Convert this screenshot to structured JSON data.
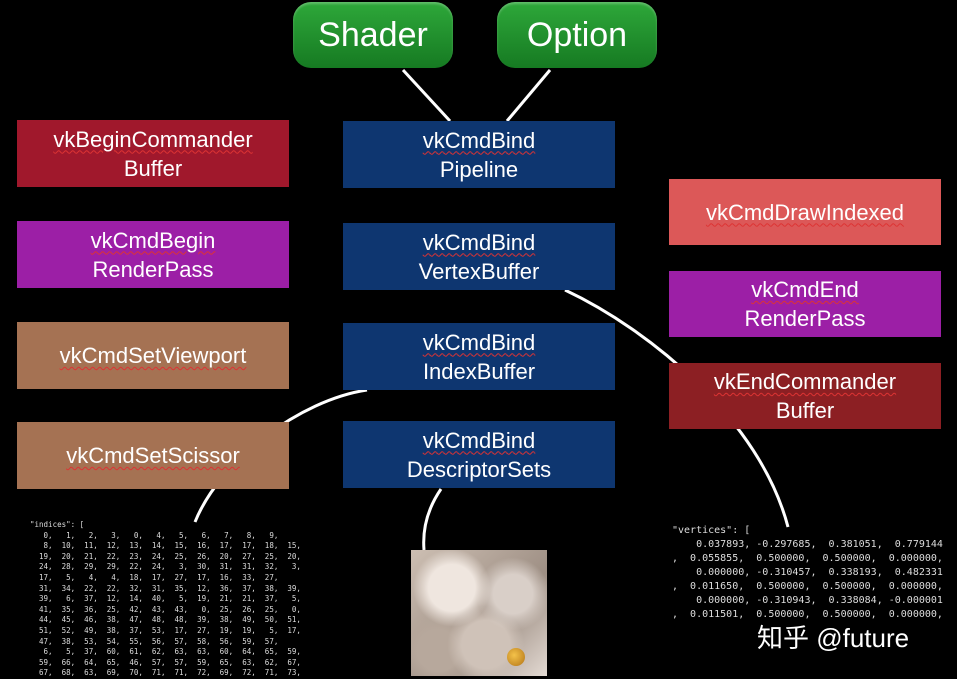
{
  "inputs": {
    "shader": "Shader",
    "option": "Option"
  },
  "left_column": [
    {
      "line1": "vkBeginCommander",
      "line2": "Buffer"
    },
    {
      "line1": "vkCmdBegin",
      "line2": "RenderPass"
    },
    {
      "line1": "vkCmdSetViewport",
      "line2": ""
    },
    {
      "line1": "vkCmdSetScissor",
      "line2": ""
    }
  ],
  "center_column": [
    {
      "line1": "vkCmdBind",
      "line2": "Pipeline"
    },
    {
      "line1": "vkCmdBind",
      "line2": "VertexBuffer"
    },
    {
      "line1": "vkCmdBind",
      "line2": "IndexBuffer"
    },
    {
      "line1": "vkCmdBind",
      "line2": "DescriptorSets"
    }
  ],
  "right_column": [
    {
      "line1": "vkCmdDrawIndexed",
      "line2": ""
    },
    {
      "line1": "vkCmdEnd",
      "line2": "RenderPass"
    },
    {
      "line1": "vkEndCommander",
      "line2": "Buffer"
    }
  ],
  "indices_text": "\"indices\": [\n   0,   1,   2,   3,   0,   4,   5,   6,   7,   8,   9,\n   8,  10,  11,  12,  13,  14,  15,  16,  17,  17,  18,  15,\n  19,  20,  21,  22,  23,  24,  25,  26,  20,  27,  25,  20,\n  24,  28,  29,  29,  22,  24,   3,  30,  31,  31,  32,   3,\n  17,   5,   4,   4,  18,  17,  27,  17,  16,  33,  27,\n  31,  34,  22,  22,  32,  31,  35,  12,  36,  37,  38,  39,\n  39,   6,  37,  12,  14,  40,   5,  19,  21,  21,  37,   5,\n  41,  35,  36,  25,  42,  43,  43,   0,  25,  26,  25,   0,\n  44,  45,  46,  38,  47,  48,  48,  39,  38,  49,  50,  51,\n  51,  52,  49,  38,  37,  53,  17,  27,  19,  19,   5,  17,\n  47,  38,  53,  54,  55,  56,  57,  58,  56,  59,  57,\n   6,   5,  37,  60,  61,  62,  63,  63,  60,  64,  65,  59,\n  59,  66,  64,  65,  46,  57,  57,  59,  65,  63,  62,  67,\n  67,  68,  63,  69,  70,  71,  71,  72,  69,  72,  71,  73,",
  "vertices_text": "\"vertices\": [\n    0.037893, -0.297685,  0.381051,  0.779144\n,  0.055855,  0.500000,  0.500000,  0.000000,\n    0.000000, -0.310457,  0.338193,  0.482331\n,  0.011650,  0.500000,  0.500000,  0.000000,\n    0.000000, -0.310943,  0.338084, -0.000001\n,  0.011501,  0.500000,  0.500000,  0.000000,",
  "watermark": "知乎 @future",
  "colors": {
    "green": "#21902c",
    "red": "#a0182c",
    "purple": "#9c1fa6",
    "tan": "#a57253",
    "blue": "#0e3670",
    "salmon": "#dc5858",
    "darkred": "#8c1f23"
  }
}
